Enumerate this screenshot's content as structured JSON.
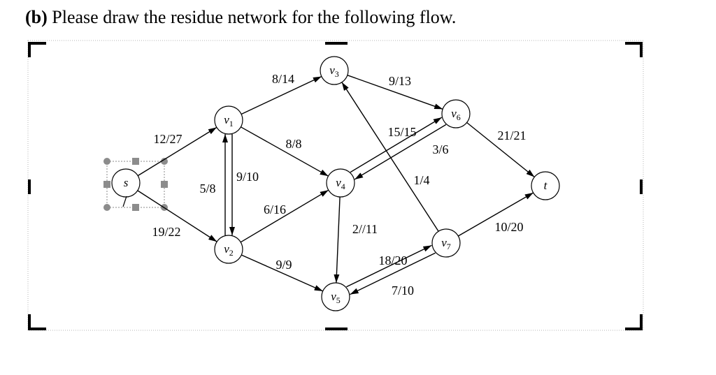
{
  "question": {
    "part": "(b)",
    "text": "Please draw the residue network for the following flow."
  },
  "nodes": [
    {
      "id": "s",
      "name": "s",
      "sub": ""
    },
    {
      "id": "v1",
      "name": "v",
      "sub": "1"
    },
    {
      "id": "v2",
      "name": "v",
      "sub": "2"
    },
    {
      "id": "v3",
      "name": "v",
      "sub": "3"
    },
    {
      "id": "v4",
      "name": "v",
      "sub": "4"
    },
    {
      "id": "v5",
      "name": "v",
      "sub": "5"
    },
    {
      "id": "v6",
      "name": "v",
      "sub": "6"
    },
    {
      "id": "v7",
      "name": "v",
      "sub": "7"
    },
    {
      "id": "t",
      "name": "t",
      "sub": ""
    }
  ],
  "edges": [
    {
      "from": "s",
      "to": "v1",
      "label": "12/27"
    },
    {
      "from": "s",
      "to": "v2",
      "label": "19/22"
    },
    {
      "from": "v1",
      "to": "v3",
      "label": "8/14"
    },
    {
      "from": "v1",
      "to": "v4",
      "label": "8/8"
    },
    {
      "from": "v1",
      "to": "v2",
      "label": "5/8"
    },
    {
      "from": "v2",
      "to": "v1",
      "label": "9/10"
    },
    {
      "from": "v2",
      "to": "v4",
      "label": "6/16"
    },
    {
      "from": "v2",
      "to": "v5",
      "label": "9/9"
    },
    {
      "from": "v3",
      "to": "v6",
      "label": "9/13"
    },
    {
      "from": "v4",
      "to": "v6",
      "label": "15/15"
    },
    {
      "from": "v6",
      "to": "v4",
      "label": "3/6"
    },
    {
      "from": "v4",
      "to": "v5",
      "label": "2//11"
    },
    {
      "from": "v7",
      "to": "v3",
      "label": "1/4"
    },
    {
      "from": "v6",
      "to": "t",
      "label": "21/21"
    },
    {
      "from": "v5",
      "to": "v7",
      "label": "18/20"
    },
    {
      "from": "v7",
      "to": "v5",
      "label": "7/10"
    },
    {
      "from": "v7",
      "to": "t",
      "label": "10/20"
    }
  ]
}
